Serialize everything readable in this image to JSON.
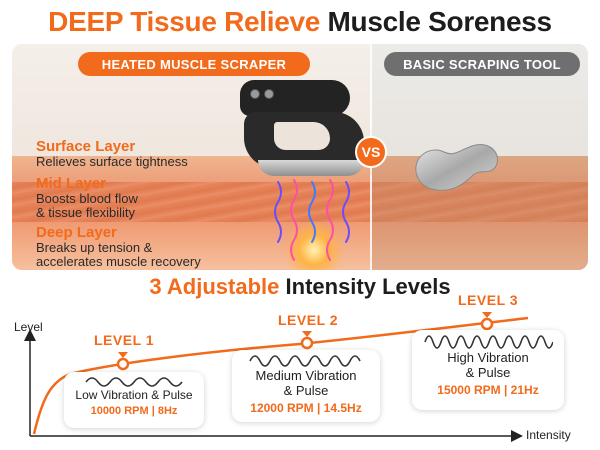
{
  "title": {
    "accent": "DEEP Tissue Relieve",
    "dark": "Muscle Soreness"
  },
  "comparison": {
    "left_label": "HEATED MUSCLE SCRAPER",
    "right_label": "BASIC SCRAPING TOOL",
    "vs": "VS"
  },
  "layers": [
    {
      "title": "Surface Layer",
      "desc": [
        "Relieves surface tightness"
      ]
    },
    {
      "title": "Mid Layer",
      "desc": [
        "Boosts blood flow",
        "& tissue flexibility"
      ]
    },
    {
      "title": "Deep Layer",
      "desc": [
        "Breaks up tension &",
        "accelerates muscle recovery"
      ]
    }
  ],
  "intensity": {
    "title_accent": "3 Adjustable",
    "title_dark": "Intensity Levels",
    "y_axis": "Level",
    "x_axis": "Intensity",
    "levels": [
      {
        "label": "LEVEL 1",
        "mode_lines": [
          "Low Vibration & Pulse"
        ],
        "spec": "10000 RPM | 8Hz"
      },
      {
        "label": "LEVEL 2",
        "mode_lines": [
          "Medium Vibration",
          "& Pulse"
        ],
        "spec": "12000 RPM | 14.5Hz"
      },
      {
        "label": "LEVEL 3",
        "mode_lines": [
          "High Vibration",
          "& Pulse"
        ],
        "spec": "15000 RPM | 21Hz"
      }
    ]
  },
  "colors": {
    "accent": "#f26a1b",
    "dark": "#1d1d1d",
    "gray_pill": "#6f6f6f"
  },
  "icons": [
    "vs-badge",
    "heat-wave-icon",
    "vibration-wave-icon",
    "level-marker-icon"
  ]
}
